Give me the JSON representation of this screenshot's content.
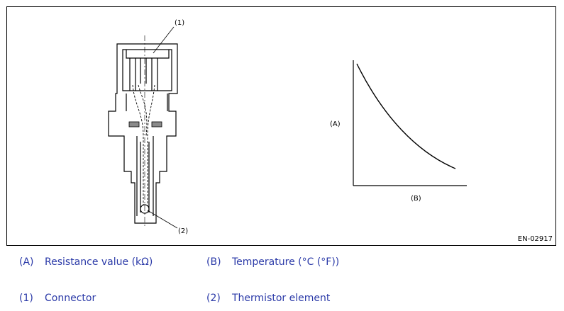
{
  "figure": {
    "id": "EN-02917",
    "callouts": {
      "connector": "(1)",
      "thermistor": "(2)",
      "axis_y": "(A)",
      "axis_x": "(B)"
    }
  },
  "legend": [
    {
      "key": "(A)",
      "text": "Resistance value (kΩ)"
    },
    {
      "key": "(B)",
      "text": "Temperature (°C (°F))"
    },
    {
      "key": "(1)",
      "text": "Connector"
    },
    {
      "key": "(2)",
      "text": "Thermistor element"
    }
  ],
  "colors": {
    "legend_text": "#2b3aa8",
    "line": "#000000",
    "gasket": "#8a8a8a"
  }
}
